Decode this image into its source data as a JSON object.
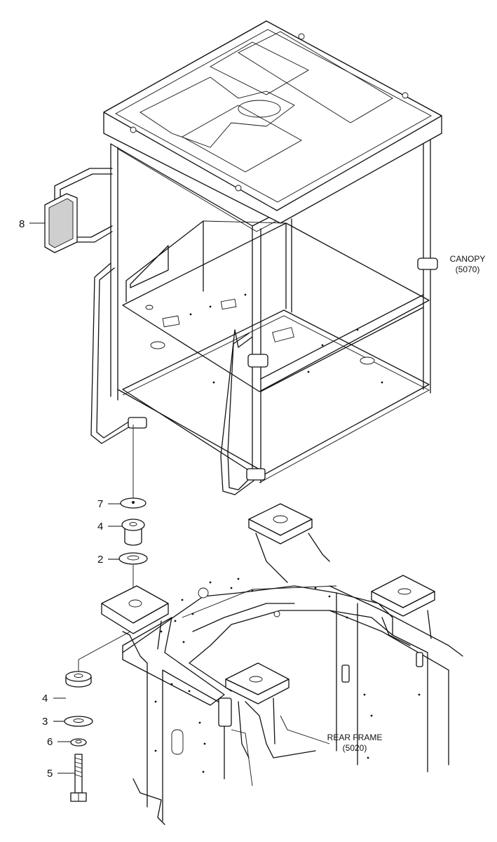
{
  "diagram": {
    "assemblies": {
      "canopy": {
        "name": "CANOPY",
        "code": "(5070)"
      },
      "rear_frame": {
        "name": "REAR FRAME",
        "code": "(5020)"
      }
    },
    "callouts": [
      {
        "id": "item-8",
        "label": "8",
        "part": "mirror"
      },
      {
        "id": "item-7",
        "label": "7",
        "part": "plate"
      },
      {
        "id": "item-4a",
        "label": "4",
        "part": "upper-mount"
      },
      {
        "id": "item-2",
        "label": "2",
        "part": "washer"
      },
      {
        "id": "item-4b",
        "label": "4",
        "part": "lower-mount"
      },
      {
        "id": "item-3",
        "label": "3",
        "part": "washer"
      },
      {
        "id": "item-6",
        "label": "6",
        "part": "spring-washer"
      },
      {
        "id": "item-5",
        "label": "5",
        "part": "bolt"
      }
    ],
    "colors": {
      "line": "#111111",
      "background": "#ffffff",
      "mirror_glass": "#cfcfcf"
    }
  }
}
